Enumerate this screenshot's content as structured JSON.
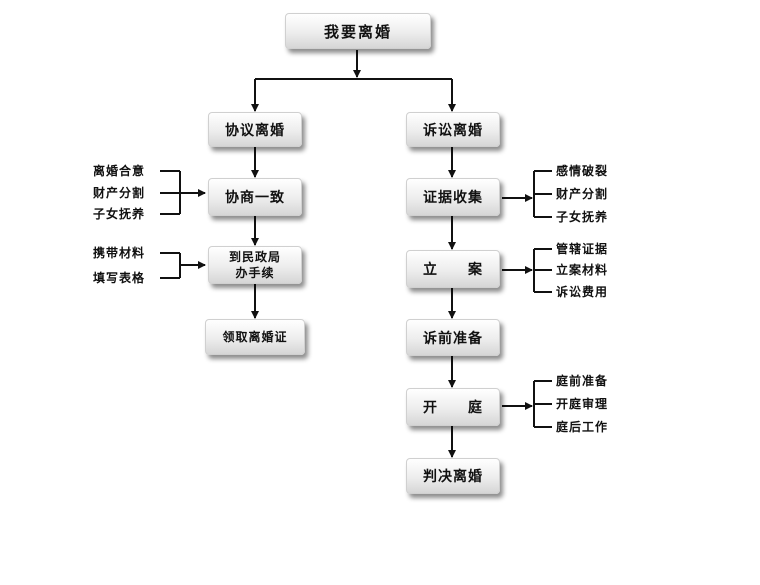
{
  "flowchart": {
    "root": "我要离婚",
    "left": {
      "title": "协议离婚",
      "step1": "协商一致",
      "step1_notes": [
        "离婚合意",
        "财产分割",
        "子女抚养"
      ],
      "step2": "到民政局\n办手续",
      "step2_notes": [
        "携带材料",
        "填写表格"
      ],
      "step3": "领取离婚证"
    },
    "right": {
      "title": "诉讼离婚",
      "step1": "证据收集",
      "step1_notes": [
        "感情破裂",
        "财产分割",
        "子女抚养"
      ],
      "step2": "立　　案",
      "step2_notes": [
        "管辖证据",
        "立案材料",
        "诉讼费用"
      ],
      "step3": "诉前准备",
      "step4": "开　　庭",
      "step4_notes": [
        "庭前准备",
        "开庭审理",
        "庭后工作"
      ],
      "step5": "判决离婚"
    }
  }
}
